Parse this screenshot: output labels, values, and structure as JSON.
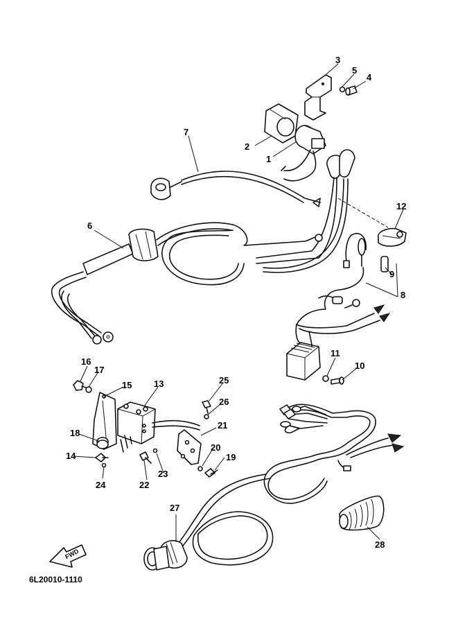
{
  "diagram": {
    "part_code": "6L20010-1110",
    "fwd_label": "FWD",
    "callouts": {
      "c1": "1",
      "c2": "2",
      "c3": "3",
      "c4": "4",
      "c5": "5",
      "c6": "6",
      "c7": "7",
      "c8": "8",
      "c9": "9",
      "c10": "10",
      "c11": "11",
      "c12": "12",
      "c13": "13",
      "c14": "14",
      "c15": "15",
      "c16": "16",
      "c17": "17",
      "c18": "18",
      "c19": "19",
      "c20": "20",
      "c21": "21",
      "c22": "22",
      "c23": "23",
      "c24": "24",
      "c25": "25",
      "c26": "26",
      "c27": "27",
      "c28": "28"
    }
  }
}
